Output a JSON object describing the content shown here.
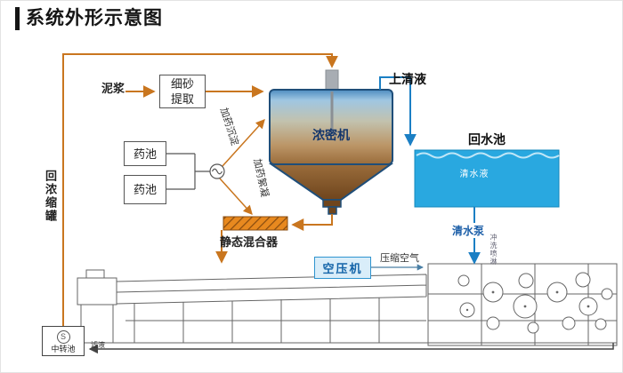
{
  "title": "系统外形示意图",
  "colors": {
    "flow_orange": "#c9761f",
    "flow_blue": "#1b7fc4",
    "pool_blue": "#29a8e0",
    "mixer_orange": "#e8891f",
    "machine_gray": "#666666"
  },
  "icons": {
    "pump_glyph": "S"
  },
  "nodes": {
    "mud": "泥浆",
    "sand_extraction": "细砂提取",
    "thickener": "浓密机",
    "supernatant": "上清液",
    "return_pool": "回水池",
    "clear_water": "清水液",
    "chem_pool_1": "药池",
    "chem_pool_2": "药池",
    "dosing_settling": "加药沉淀",
    "dosing_flocculation": "加药絮凝",
    "static_mixer": "静态混合器",
    "return_concentrate_tank": "回浓缩罐",
    "clear_water_pump": "清水泵",
    "flush_spray": "冲洗喷淋",
    "air_compressor": "空压机",
    "compressed_air": "压缩空气",
    "transfer_pool": "中转池",
    "filtrate": "滤液"
  }
}
